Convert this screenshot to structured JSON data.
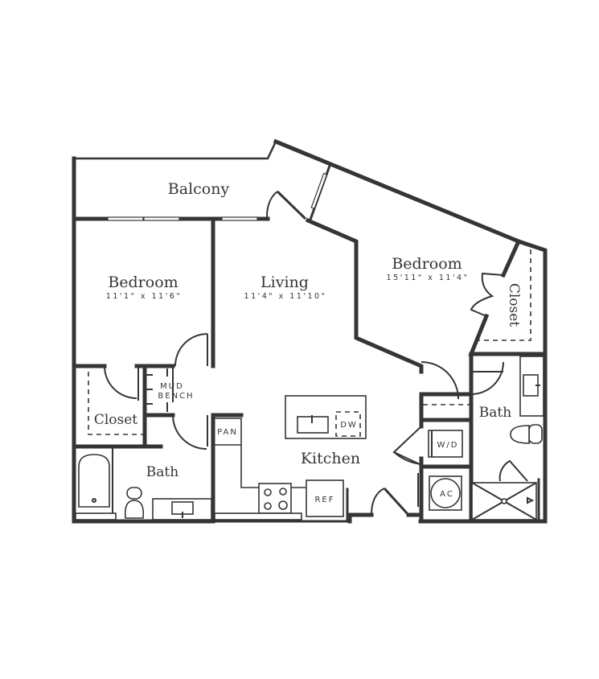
{
  "floorplan": {
    "colors": {
      "wall": "#333538",
      "background": "#ffffff"
    },
    "rooms": {
      "balcony": {
        "label": "Balcony"
      },
      "bedroom1": {
        "label": "Bedroom",
        "dimensions": "11'1\" x 11'6\""
      },
      "living": {
        "label": "Living",
        "dimensions": "11'4\" x 11'10\""
      },
      "bedroom2": {
        "label": "Bedroom",
        "dimensions": "15'11\" x 11'4\""
      },
      "closet1": {
        "label": "Closet"
      },
      "closet2": {
        "label": "Closet"
      },
      "bath1": {
        "label": "Bath"
      },
      "bath2": {
        "label": "Bath"
      },
      "kitchen": {
        "label": "Kitchen"
      }
    },
    "fixtures": {
      "mud_bench_line1": "MUD",
      "mud_bench_line2": "BENCH",
      "pantry": "PAN",
      "dishwasher": "DW",
      "refrigerator": "REF",
      "washer_dryer": "W/D",
      "ac": "AC"
    }
  }
}
